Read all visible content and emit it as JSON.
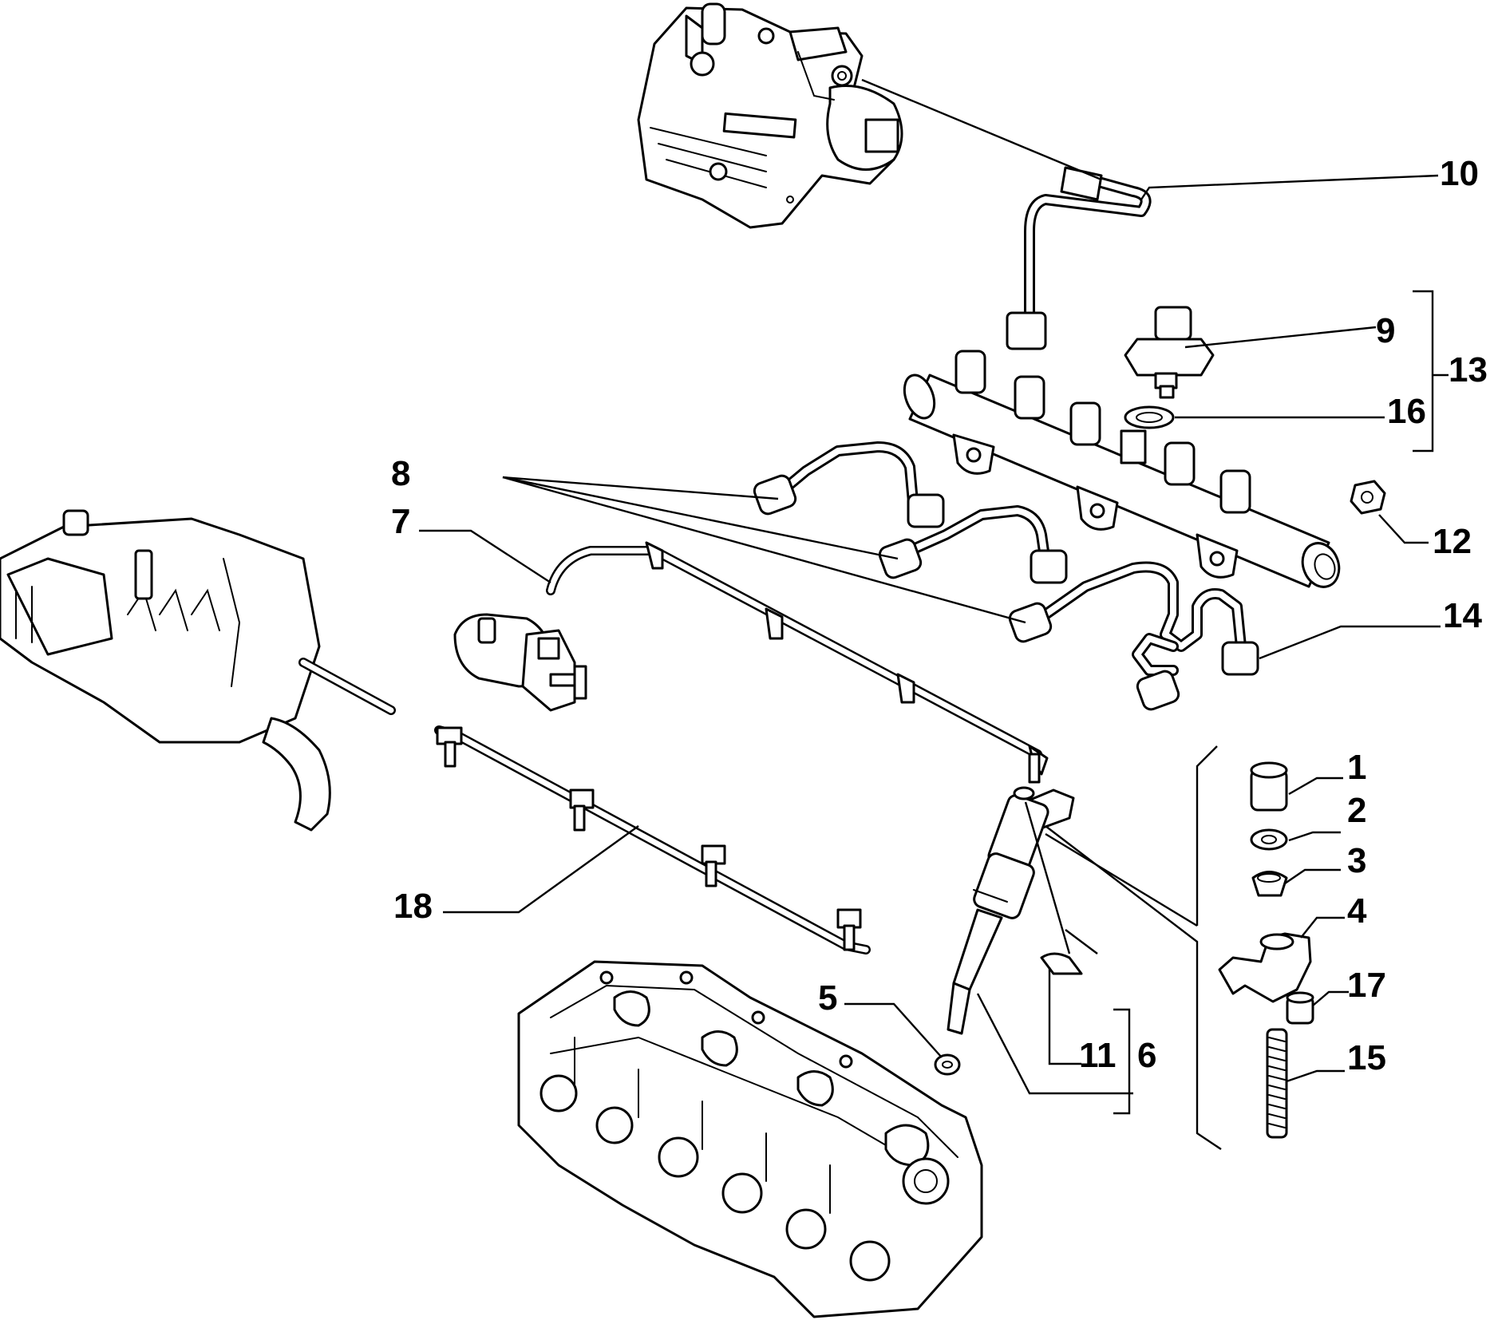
{
  "diagram": {
    "callouts": {
      "c1": "1",
      "c2": "2",
      "c3": "3",
      "c4": "4",
      "c5": "5",
      "c6": "6",
      "c7": "7",
      "c8": "8",
      "c9": "9",
      "c10": "10",
      "c11": "11",
      "c12": "12",
      "c13": "13",
      "c14": "14",
      "c15": "15",
      "c16": "16",
      "c17": "17",
      "c18": "18"
    },
    "colors": {
      "line": "#000000",
      "background": "#ffffff"
    }
  }
}
